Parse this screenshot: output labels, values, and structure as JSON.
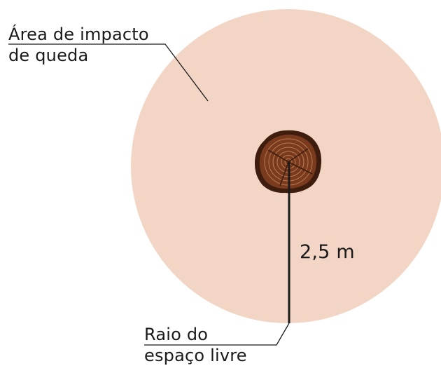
{
  "diagram": {
    "impact_area_label_line1": "Área de impacto",
    "impact_area_label_line2": "de queda",
    "radius_label_line1": "Raio do",
    "radius_label_line2": "espaço livre",
    "radius_value": "2,5 m"
  },
  "colors": {
    "impact_area": "#f2d5c5",
    "stump_bark": "#3f1d0e",
    "stump_wood": "#7a3a1d",
    "stump_rings": "#b87a52",
    "leader_line": "#1a1a1a",
    "text": "#1a1a1a"
  }
}
